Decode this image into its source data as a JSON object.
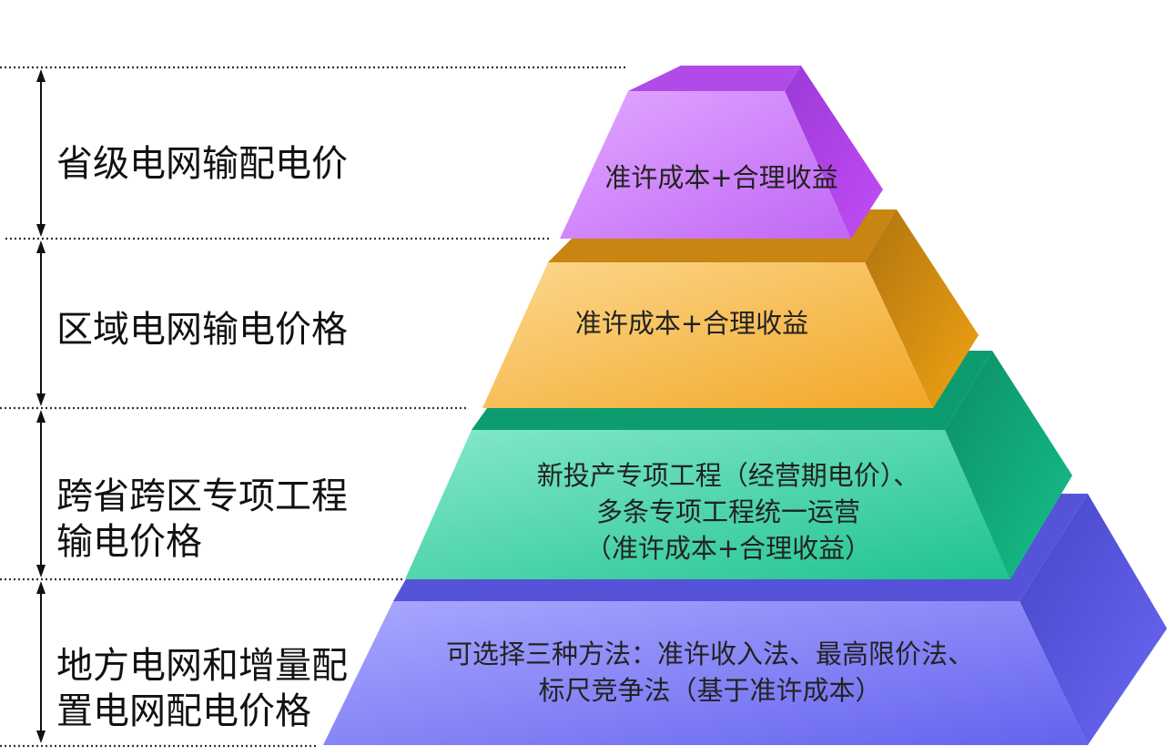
{
  "tiers": [
    {
      "label": [
        "省级电网输配电价"
      ],
      "text": [
        "准许成本+合理收益"
      ]
    },
    {
      "label": [
        "区域电网输电价格"
      ],
      "text": [
        "准许成本+合理收益"
      ]
    },
    {
      "label": [
        "跨省跨区专项工程",
        "输电价格"
      ],
      "text": [
        "新投产专项工程（经营期电价）、",
        "多条专项工程统一运营",
        "（准许成本+合理收益）"
      ]
    },
    {
      "label": [
        "地方电网和增量配",
        "置电网配电价格"
      ],
      "text": [
        "可选择三种方法：准许收入法、最高限价法、",
        "标尺竞争法（基于准许成本）"
      ]
    }
  ],
  "colors": {
    "tier1": "#c45cf2",
    "tier2": "#f0a51c",
    "tier3": "#1fc995",
    "tier4": "#6a6af0"
  }
}
